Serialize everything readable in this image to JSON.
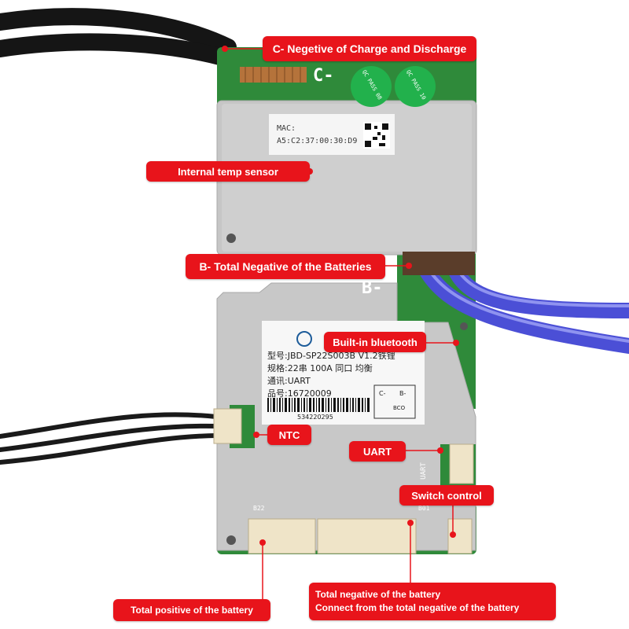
{
  "colors": {
    "callout_bg": "#e8141b",
    "callout_text": "#ffffff",
    "pcb_green": "#2f8a3a",
    "heatsink": "#c9c9c9",
    "wire_black": "#151515",
    "wire_blue": "#4b4fd6",
    "connector_cream": "#efe4c8",
    "pass_sticker": "#22b14c"
  },
  "callouts": {
    "c_negative": "C- Negetive of Charge and Discharge",
    "internal_temp": "Internal temp sensor",
    "b_negative": "B- Total Negative of the Batteries",
    "bluetooth": "Built-in bluetooth",
    "ntc": "NTC",
    "uart": "UART",
    "switch_control": "Switch control",
    "total_positive": "Total positive of the battery",
    "total_negative_line1": "Total negative of the battery",
    "total_negative_line2": "Connect from the total negative of the battery"
  },
  "board": {
    "silk_c": "C-",
    "silk_b": "B-",
    "silk_uart": "UART",
    "silk_b01": "B01",
    "silk_b22": "B22",
    "sticker_pass_1": "QC PASS 08",
    "sticker_pass_2": "QC PASS 10",
    "mac_label": "MAC:",
    "mac_value": "A5:C2:37:00:30:D9"
  },
  "product_label": {
    "model": "型号:JBD-SP22S003B V1.2铁锂",
    "spec": "规格:22串 100A 同口 均衡",
    "comm": "通讯:UART",
    "part_no": "品号:16720009",
    "barcode_number": "534220295",
    "diagram_c": "C-",
    "diagram_b": "B-",
    "diagram_bco": "BCO"
  }
}
